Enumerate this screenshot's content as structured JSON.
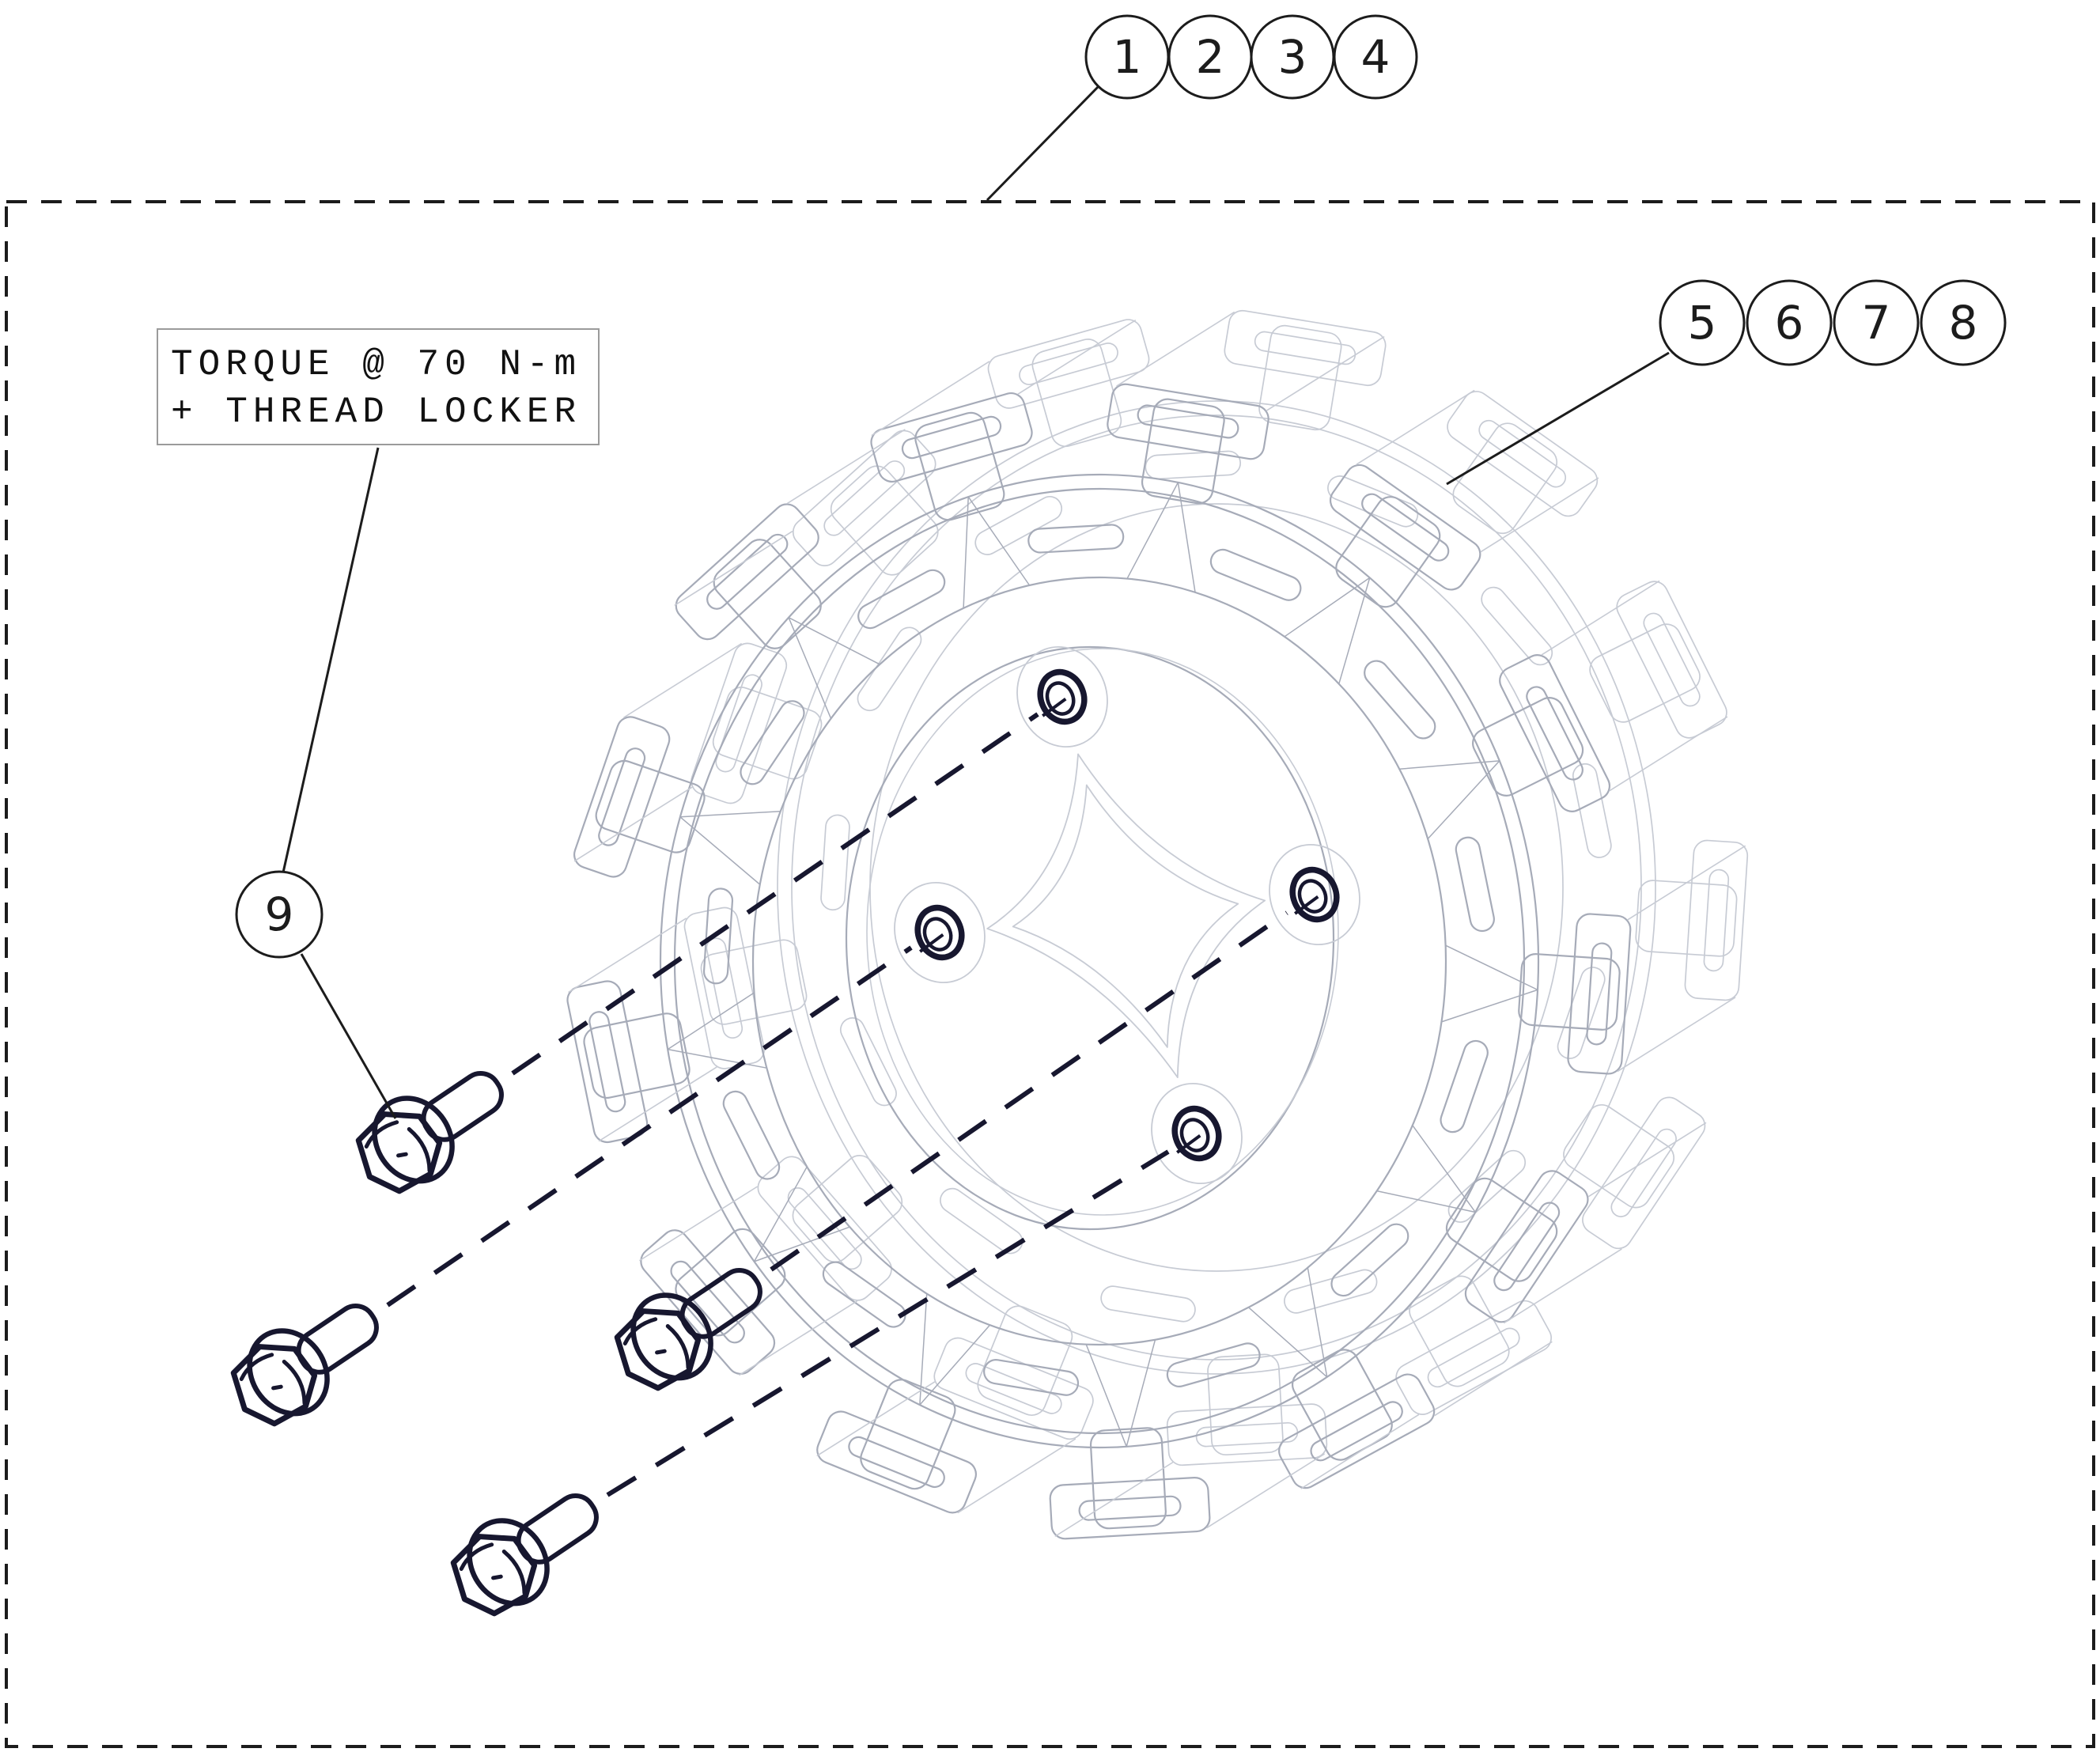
{
  "note": {
    "line1": "TORQUE @ 70 N-m",
    "line2": "+ THREAD LOCKER"
  },
  "callouts": {
    "top": [
      "1",
      "2",
      "3",
      "4"
    ],
    "right": [
      "5",
      "6",
      "7",
      "8"
    ],
    "left": [
      "9"
    ]
  },
  "parts": {
    "bolt_count": 4,
    "bolt_hole_count": 4
  },
  "colors": {
    "ink": "#1c1c1c",
    "part_ink": "#17172f",
    "wheel_line": "#a6abb8",
    "wheel_line_light": "#c7cbd4",
    "note_border": "#9b9b9b",
    "background": "#ffffff"
  }
}
